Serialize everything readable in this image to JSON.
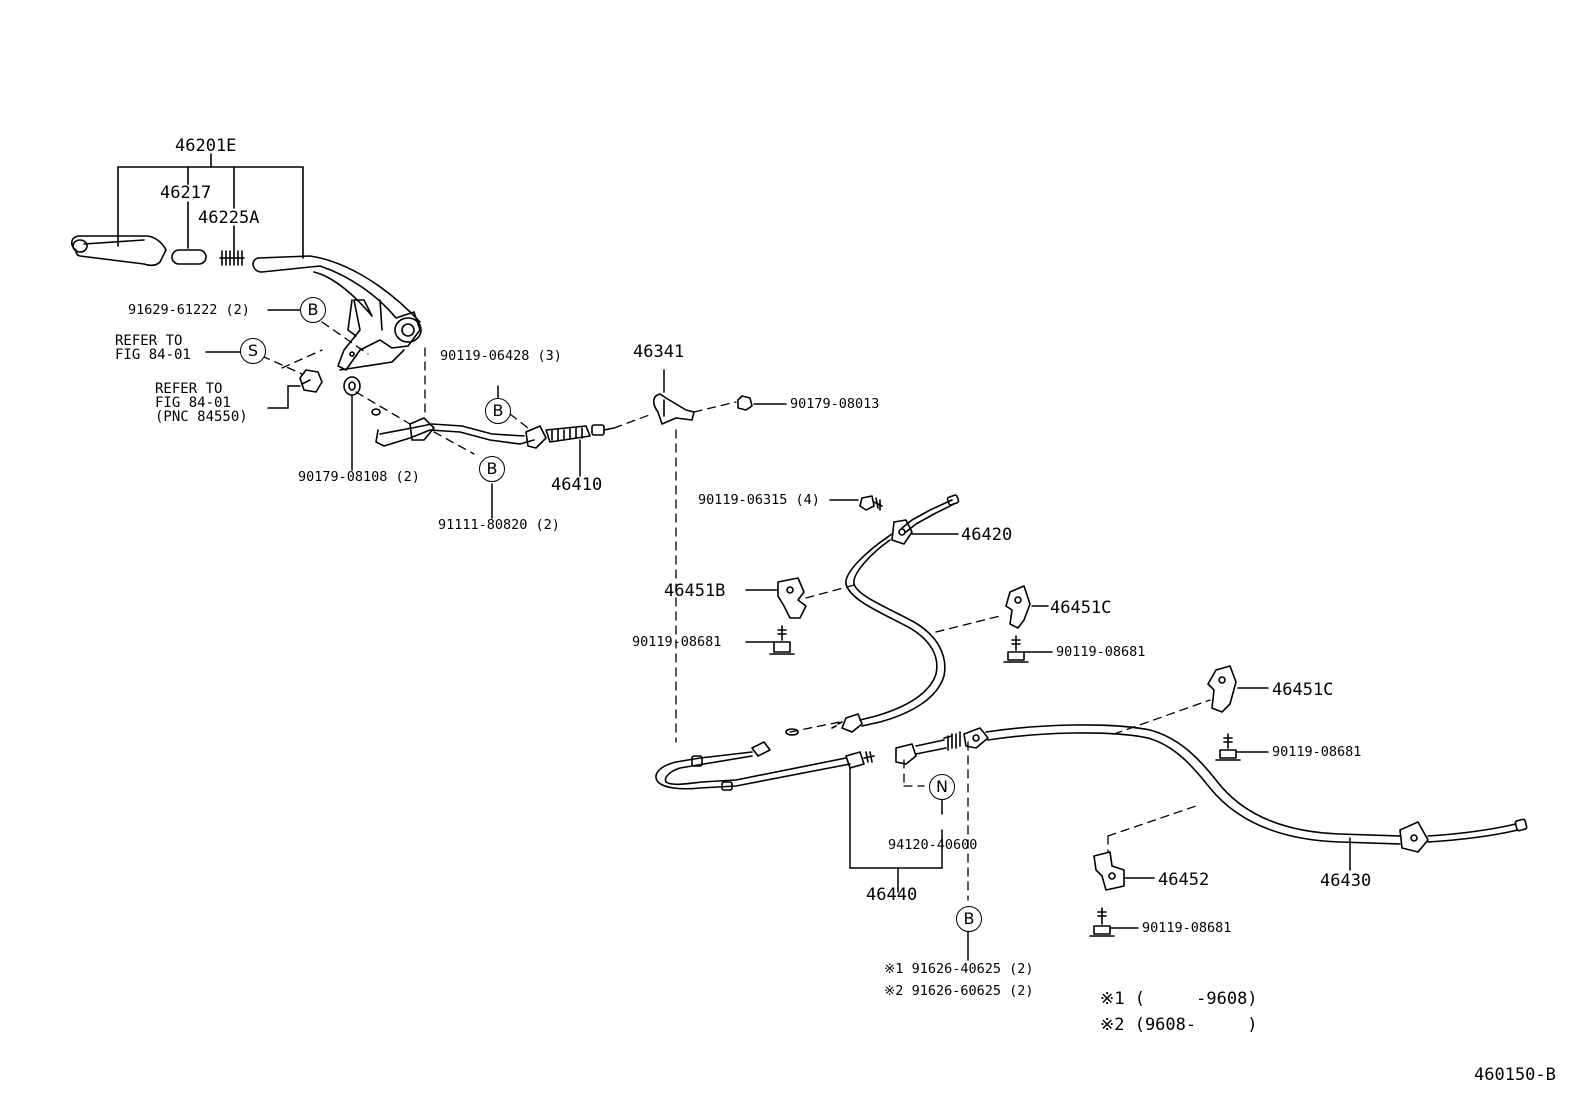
{
  "colors": {
    "line": "#000000",
    "background": "#ffffff"
  },
  "labels": {
    "p46201E": "46201E",
    "p46217": "46217",
    "p46225A": "46225A",
    "p91629": "91629-61222 (2)",
    "refer1": "REFER TO\nFIG 84-01",
    "refer2": "REFER TO\nFIG 84-01\n(PNC 84550)",
    "p90119_06428": "90119-06428 (3)",
    "p46341": "46341",
    "p90179_08013": "90179-08013",
    "p90179_08108": "90179-08108 (2)",
    "p46410": "46410",
    "p91111": "91111-80820 (2)",
    "p90119_06315": "90119-06315 (4)",
    "p46420": "46420",
    "p46451B": "46451B",
    "p90119_08681_a": "90119-08681",
    "p46451C_a": "46451C",
    "p90119_08681_b": "90119-08681",
    "p46451C_b": "46451C",
    "p90119_08681_c": "90119-08681",
    "p94120": "94120-40600",
    "p46440": "46440",
    "p46452": "46452",
    "p90119_08681_d": "90119-08681",
    "p46430": "46430",
    "p91626_40625": "※1 91626-40625 (2)",
    "p91626_60625": "※2 91626-60625 (2)",
    "note1": "※1 (     -9608)",
    "note2": "※2 (9608-     )",
    "diagram_id": "460150-B"
  },
  "callouts": {
    "b1": "B",
    "s1": "S",
    "b2": "B",
    "b3": "B",
    "n1": "N",
    "b4": "B"
  }
}
